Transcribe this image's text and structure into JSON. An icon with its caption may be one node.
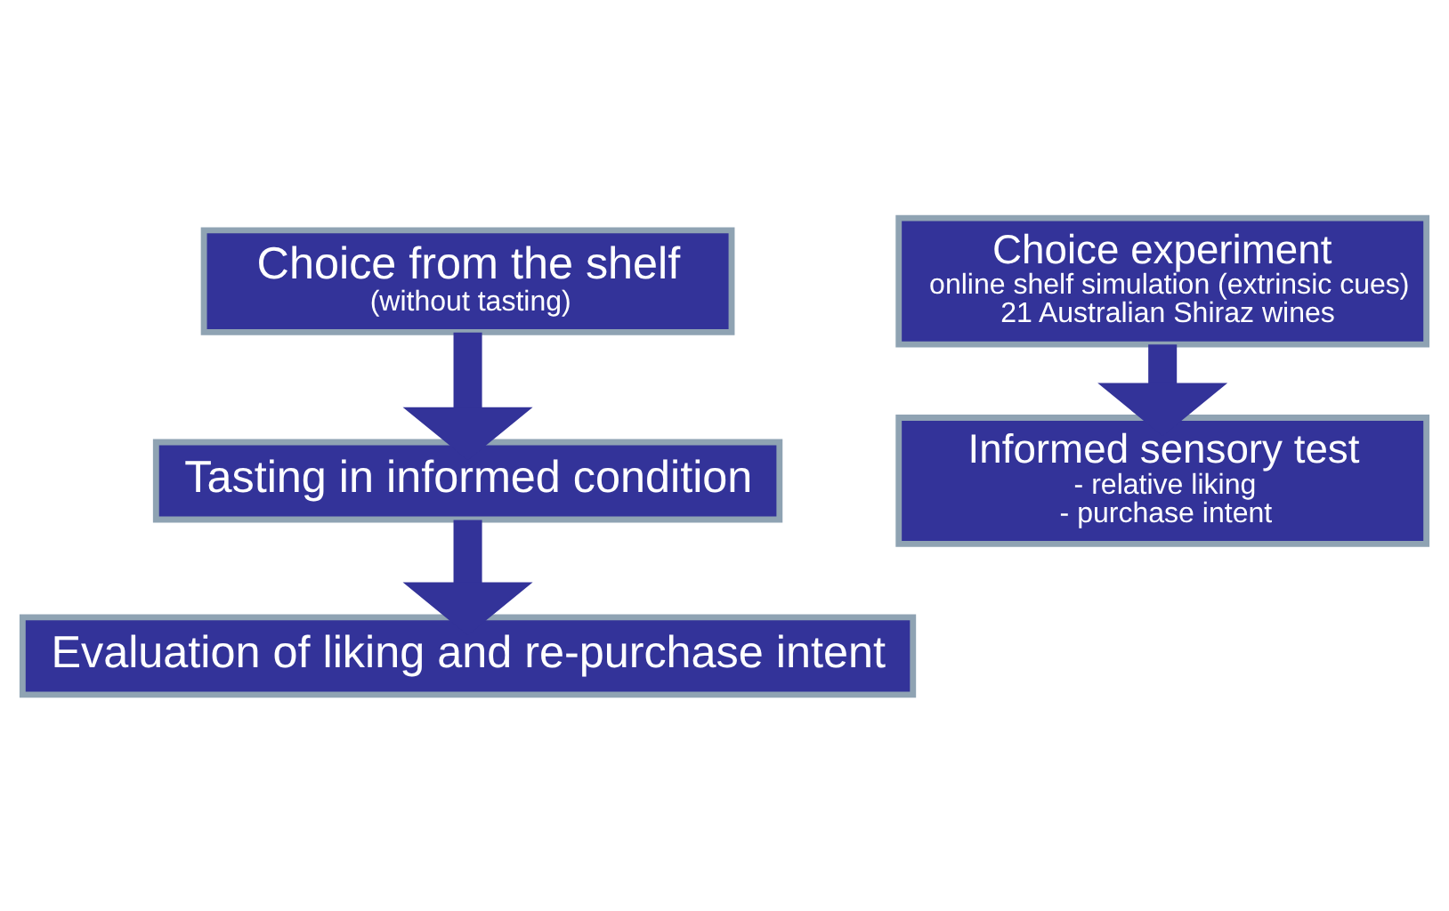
{
  "diagram": {
    "nodes": [
      {
        "text": [
          "Choice from the shelf",
          "(without tasting)"
        ]
      },
      {
        "text": [
          "Tasting in informed condition"
        ]
      },
      {
        "text": [
          "Evaluation of liking and re-purchase intent"
        ]
      },
      {
        "text": [
          "Choice experiment",
          "online shelf simulation (extrinsic cues)",
          "21 Australian Shiraz wines"
        ]
      },
      {
        "text": [
          "Informed sensory test",
          "- relative liking",
          "- purchase intent"
        ]
      }
    ],
    "edges": [
      {
        "from": 0,
        "to": 1,
        "arrow": "to"
      },
      {
        "from": 1,
        "to": 2,
        "arrow": "to"
      },
      {
        "from": 3,
        "to": 4,
        "arrow": "to"
      }
    ]
  }
}
